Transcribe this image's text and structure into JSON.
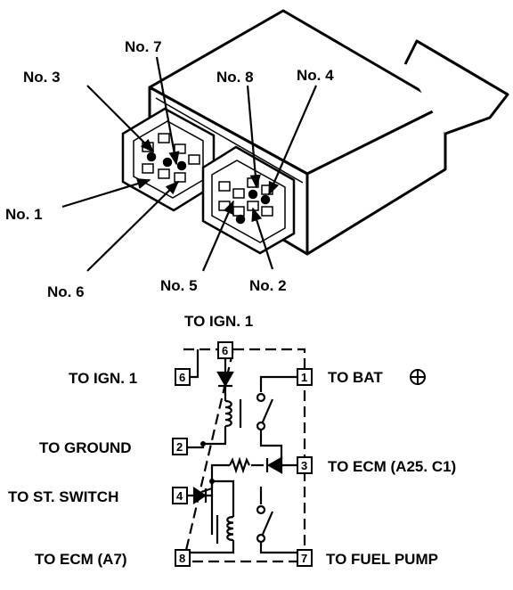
{
  "connector_labels": {
    "no3": "No. 3",
    "no7": "No. 7",
    "no8": "No. 8",
    "no4": "No. 4",
    "no1": "No. 1",
    "no6": "No. 6",
    "no5": "No. 5",
    "no2": "No. 2"
  },
  "schematic": {
    "top_label": "TO IGN. 1",
    "terminals": {
      "t1": "1",
      "t2": "2",
      "t3": "3",
      "t4": "4",
      "t6": "6",
      "t7": "7",
      "t8": "8",
      "t6top": "6"
    },
    "left_labels": {
      "ign": "TO IGN. 1",
      "ground": "TO GROUND",
      "st_switch": "TO ST. SWITCH",
      "ecm_a7": "TO ECM (A7)"
    },
    "right_labels": {
      "bat": "TO BAT",
      "ecm_a25": "TO ECM (A25. C1)",
      "fuel_pump": "TO FUEL PUMP"
    }
  },
  "colors": {
    "ink": "#000000",
    "paper": "#ffffff"
  },
  "icons": {
    "bat_symbol": "circled-plus-icon"
  }
}
